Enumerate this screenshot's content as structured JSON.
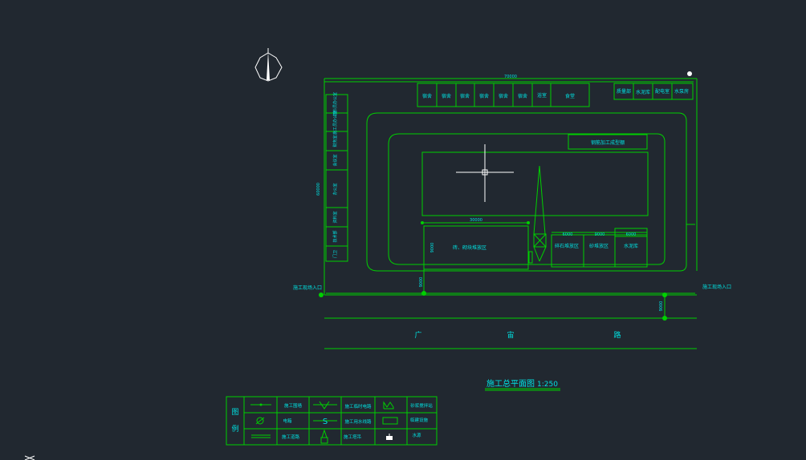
{
  "colors": {
    "background": "#212830",
    "line": "#00d000",
    "text": "#00e0e0",
    "white": "#ffffff"
  },
  "drawing": {
    "title": "施工总平面图",
    "scale": "1:250",
    "road_name": [
      "广",
      "宙",
      "路"
    ],
    "dimensions": {
      "top_width": "70000",
      "left_height": "60000",
      "yard_width": "30000",
      "yard_depth": "9000",
      "gate_offset_left": "9000",
      "gate_offset_right": "9000",
      "store_a": "6000",
      "store_b": "9000",
      "store_c": "6000"
    },
    "entrances": {
      "left": "施工现场入口",
      "right": "施工现场入口"
    },
    "top_rooms": [
      "宿舍",
      "宿舍",
      "宿舍",
      "宿舍",
      "宿舍",
      "宿舍",
      "浴室",
      "食堂"
    ],
    "top_right_rooms": [
      "质量部",
      "水泥库",
      "配电室",
      "水泵房"
    ],
    "left_rooms": [
      "材料员办公室",
      "施工员办公室",
      "财务室",
      "会议室",
      "办公室",
      "资料室",
      "技术部",
      "门卫"
    ],
    "areas": {
      "rebar_shed": "钢筋加工成型棚",
      "yard": "砖、砌块堆放区",
      "stone_yard": "碎石堆放区",
      "sand_yard": "砂堆放区",
      "cement": "水泥库"
    }
  },
  "legend": {
    "title": [
      "图",
      "例"
    ],
    "items": [
      {
        "label": "施工围墙",
        "icon": "wall-symbol"
      },
      {
        "label": "电箱",
        "icon": "power-box-symbol"
      },
      {
        "label": "施工道路",
        "icon": "road-symbol"
      },
      {
        "label": "施工临时电路",
        "icon": "temp-power-line-symbol"
      },
      {
        "label": "施工用水线路",
        "icon": "water-line-symbol"
      },
      {
        "label": "施工塔吊",
        "icon": "tower-crane-symbol"
      },
      {
        "label": "砂浆搅拌站",
        "icon": "mortar-mixer-symbol"
      },
      {
        "label": "临建设施",
        "icon": "temporary-building-symbol"
      },
      {
        "label": "水源",
        "icon": "water-source-symbol"
      }
    ]
  }
}
